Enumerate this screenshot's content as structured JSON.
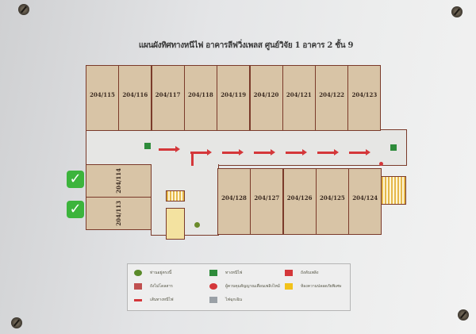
{
  "title": "แผนผังทิศทางหนีไฟ อาคารลีฟวิ่งเพลส ศูนย์วิจัย 1 อาคาร 2 ชั้น 9",
  "rooms_top": [
    "204/115",
    "204/116",
    "204/117",
    "204/118",
    "204/119",
    "204/120",
    "204/121",
    "204/122",
    "204/123"
  ],
  "rooms_left": [
    "204/114",
    "204/113"
  ],
  "rooms_bottom": [
    "204/128",
    "204/127",
    "204/126",
    "204/125",
    "204/124"
  ],
  "checkmarks": [
    "✓",
    "✓"
  ],
  "legend": [
    {
      "icon": "you-are-here-icon",
      "label": "ท่านอยู่ตรงนี้",
      "color": "#5a8a2a"
    },
    {
      "icon": "fire-exit-icon",
      "label": "ทางหนีไฟ",
      "color": "#2e8b3a"
    },
    {
      "icon": "fire-extinguisher-icon",
      "label": "ถังดับเพลิง",
      "color": "#d4373a"
    },
    {
      "icon": "fire-hose-icon",
      "label": "ถังไม่โดลสาร",
      "color": "#c05050"
    },
    {
      "icon": "fire-alarm-icon",
      "label": "ผู้ควบคุมสัญญาณเตือนเพลิงไหม้",
      "color": "#d4373a"
    },
    {
      "icon": "safe-room-icon",
      "label": "ห้องความปลอดภัยพิเศษ",
      "color": "#f2c21a"
    },
    {
      "icon": "escape-route-icon",
      "label": "เส้นทางหนีไฟ",
      "color": "#d4373a"
    },
    {
      "icon": "emergency-light-icon",
      "label": "ไฟฉุกเฉิน",
      "color": "#9aa0a6"
    }
  ]
}
